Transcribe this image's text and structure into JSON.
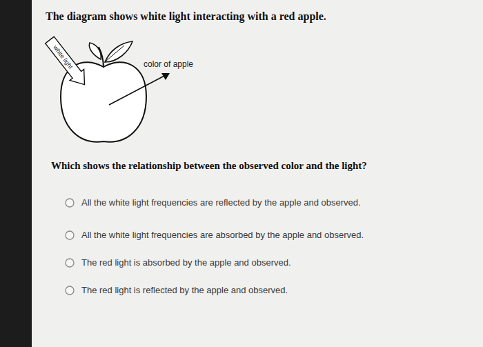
{
  "diagram": {
    "title": "The diagram shows white light interacting with a red apple.",
    "labels": [
      "white light",
      "color of apple",
      "Which shows the relationship between the observed color and the light?",
      "All the white light frequencies are reflected by the apple and observed.",
      "All the white light frequencies are absorbed by the apple and observed.",
      "The red light is absorbed by the apple and observed.",
      "The red light is reflected by the apple and observed."
    ]
  }
}
